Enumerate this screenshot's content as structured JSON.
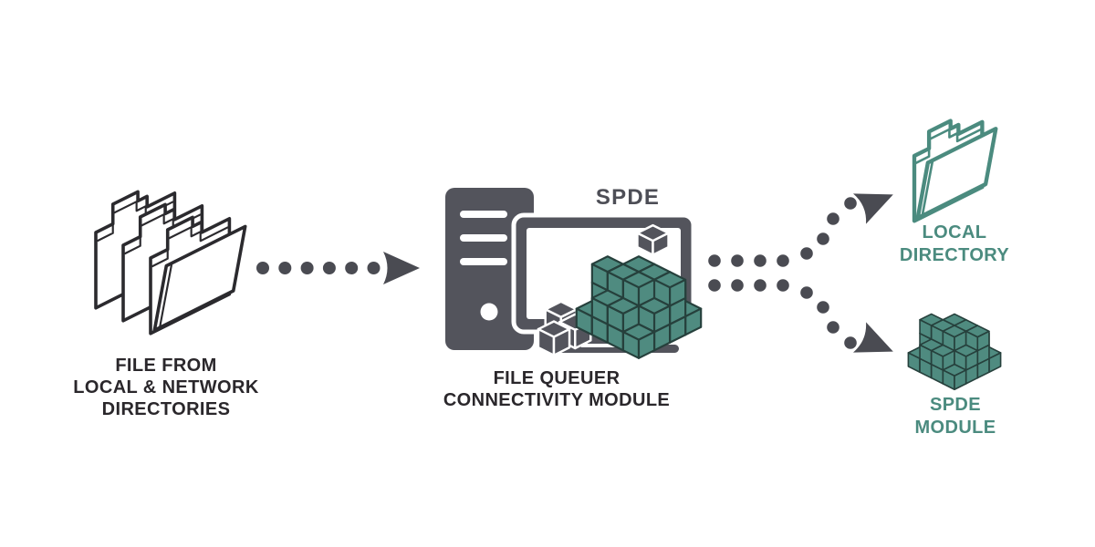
{
  "diagram": {
    "type": "flow",
    "nodes": {
      "source": {
        "icon": "stacked-folders-icon",
        "label_lines": [
          "FILE FROM",
          "LOCAL & NETWORK",
          "DIRECTORIES"
        ]
      },
      "processor": {
        "icon": "server-monitor-cubes-icon",
        "badge": "SPDE",
        "label_lines": [
          "FILE QUEUER",
          "CONNECTIVITY MODULE"
        ]
      },
      "local_directory": {
        "icon": "folder-icon",
        "label_lines": [
          "LOCAL",
          "DIRECTORY"
        ]
      },
      "spde_module": {
        "icon": "cube-cluster-icon",
        "label_lines": [
          "SPDE",
          "MODULE"
        ]
      }
    },
    "connections": [
      {
        "from": "source",
        "to": "processor",
        "style": "dotted-arrow"
      },
      {
        "from": "processor",
        "to": "local_directory",
        "style": "dotted-arrow-branch-up"
      },
      {
        "from": "processor",
        "to": "spde_module",
        "style": "dotted-arrow-branch-down"
      }
    ],
    "colors": {
      "icon_gray": "#53545C",
      "arrow_gray": "#4A4B52",
      "text_dark": "#2A272B",
      "badge_gray": "#4D4E56",
      "teal_fill": "#4F8B80",
      "teal_outline_dark": "#26403C",
      "teal_text": "#4B8B7F",
      "folder_outline_dark": "#2B2A2E",
      "background": "#FFFFFF"
    }
  }
}
